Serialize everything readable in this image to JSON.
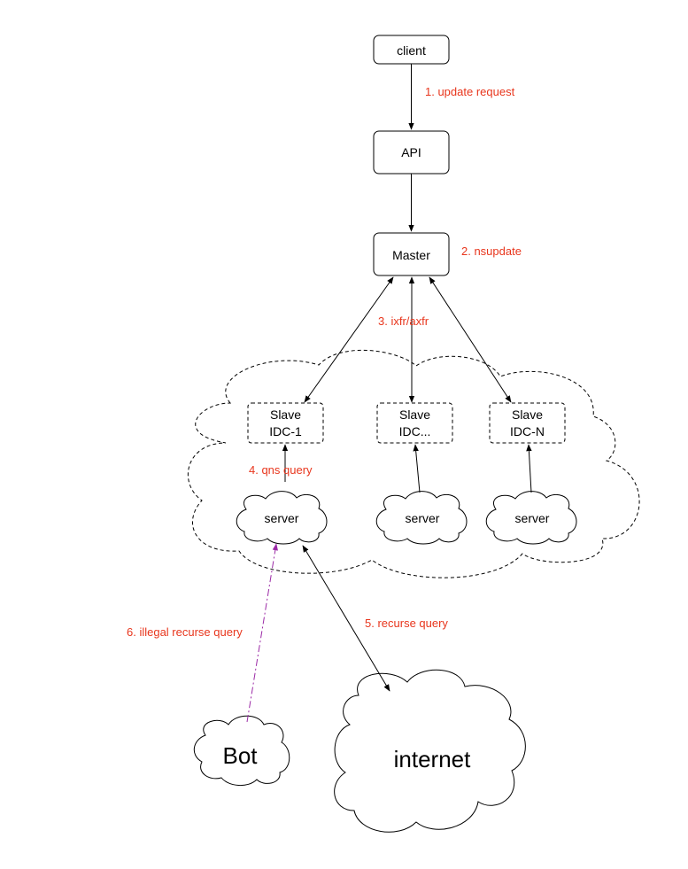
{
  "colors": {
    "label": "#e8361d",
    "line": "#000000",
    "illegal": "#9b2aa6"
  },
  "nodes": {
    "client": "client",
    "api": "API",
    "master": "Master",
    "slave1": {
      "line1": "Slave",
      "line2": "IDC-1"
    },
    "slave2": {
      "line1": "Slave",
      "line2": "IDC..."
    },
    "slave3": {
      "line1": "Slave",
      "line2": "IDC-N"
    },
    "server1": "server",
    "server2": "server",
    "server3": "server",
    "bot": "Bot",
    "internet": "internet"
  },
  "labels": {
    "update_request": "1. update request",
    "nsupdate": "2. nsupdate",
    "ixfr_axfr": "3. ixfr/axfr",
    "qns_query": "4. qns query",
    "recurse_query": "5. recurse query",
    "illegal_query": "6. illegal recurse query"
  }
}
